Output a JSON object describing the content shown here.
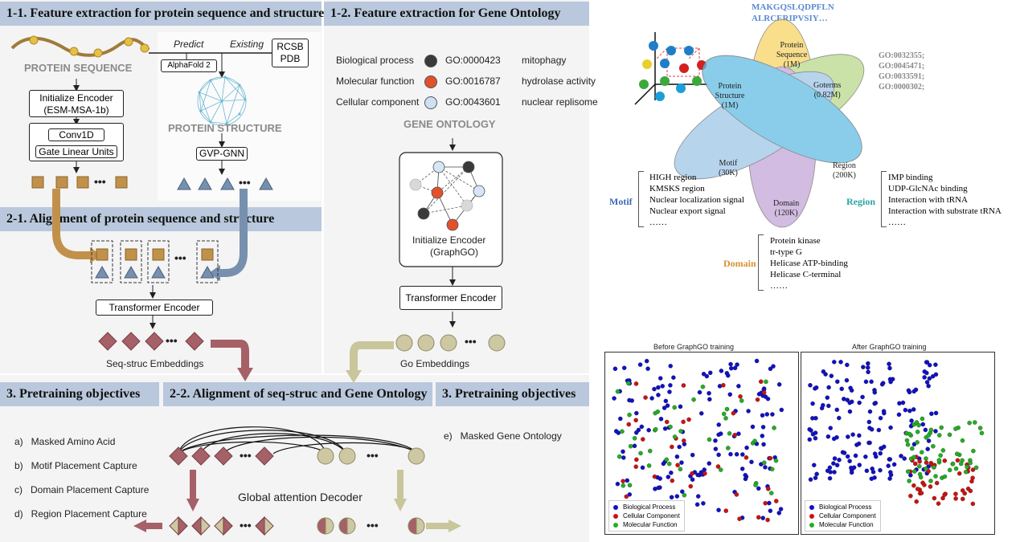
{
  "sections": {
    "s11": "1-1. Feature extraction for protein sequence and structure",
    "s12": "1-2. Feature extraction for Gene Ontology",
    "s21": "2-1. Alignment of protein sequence and structure",
    "s22": "2-2. Alignment of seq-struc and Gene Ontology",
    "s3a": "3. Pretraining objectives",
    "s3b": "3. Pretraining objectives"
  },
  "protein": {
    "seq_title": "PROTEIN SEQUENCE",
    "init_encoder": "Initialize Encoder",
    "init_encoder_sub": "(ESM-MSA-1b)",
    "conv": "Conv1D",
    "glu": "Gate Linear Units",
    "predict": "Predict",
    "existing": "Existing",
    "alphafold": "AlphaFold 2",
    "rcsb": "RCSB",
    "pdb": "PDB",
    "struct_title": "PROTEIN STRUCTURE",
    "gvp": "GVP-GNN",
    "ellipsis": "•••"
  },
  "go": {
    "rows": [
      {
        "label": "Biological process",
        "id": "GO:0000423",
        "term": "mitophagy",
        "color": "#3a3a3a"
      },
      {
        "label": "Molecular function",
        "id": "GO:0016787",
        "term": "hydrolase activity",
        "color": "#e2512b"
      },
      {
        "label": "Cellular component",
        "id": "GO:0043601",
        "term": "nuclear replisome",
        "color": "#cfe0f5"
      }
    ],
    "title": "GENE ONTOLOGY",
    "init_encoder": "Initialize Encoder",
    "init_encoder_sub": "(GraphGO)",
    "transformer": "Transformer Encoder",
    "embeddings": "Go Embeddings"
  },
  "alignment": {
    "transformer": "Transformer Encoder",
    "embeddings": "Seq-struc Embeddings",
    "decoder": "Global attention Decoder"
  },
  "objectives": {
    "left": [
      "a)   Masked Amino Acid",
      "b)   Motif Placement Capture",
      "c)   Domain Placement Capture",
      "d)   Region Placement Capture"
    ],
    "right": [
      "e)   Masked Gene Ontology"
    ]
  },
  "venn": {
    "sequence_text_1": "MAKGQSLQDPFLN",
    "sequence_text_2": "ALRCERIPVSIY…",
    "petals": [
      {
        "name": "Protein Sequence",
        "count": "(1M)",
        "color": "#f7d566"
      },
      {
        "name": "Goterms",
        "count": "(0.82M)",
        "color": "#b9d98a"
      },
      {
        "name": "Region",
        "count": "(200K)",
        "color": "#e07a78"
      },
      {
        "name": "Domain",
        "count": "(120K)",
        "color": "#c4a6d8"
      },
      {
        "name": "Motif",
        "count": "(30K)",
        "color": "#9fc6e8"
      },
      {
        "name": "Protein Structure",
        "count": "(1M)",
        "color": "#62bde3"
      }
    ],
    "go_ids": [
      "GO:0032355;",
      "GO:0045471;",
      "GO:0033591;",
      "GO:0000302;"
    ],
    "motif_label": "Motif",
    "motif_items": [
      "HIGH region",
      "KMSKS region",
      "Nuclear localization signal",
      "Nuclear export signal",
      "……"
    ],
    "region_label": "Region",
    "region_items": [
      "IMP binding",
      "UDP-GlcNAc binding",
      "Interaction with tRNA",
      "Interaction with substrate tRNA",
      "……"
    ],
    "domain_label": "Domain",
    "domain_items": [
      "Protein kinase",
      "tr-type G",
      "Helicase ATP-binding",
      "Helicase C-terminal",
      "……"
    ],
    "colors": {
      "motif": "#3d6ab5",
      "region": "#2aa5a5",
      "domain": "#d4922b"
    }
  },
  "tsne": {
    "before_title": "Before GraphGO training",
    "after_title": "After GraphGO training",
    "legend": [
      {
        "label": "Biological Process",
        "color": "#1010c8"
      },
      {
        "label": "Cellular Component",
        "color": "#d01010"
      },
      {
        "label": "Molecular Function",
        "color": "#22b022"
      }
    ]
  }
}
